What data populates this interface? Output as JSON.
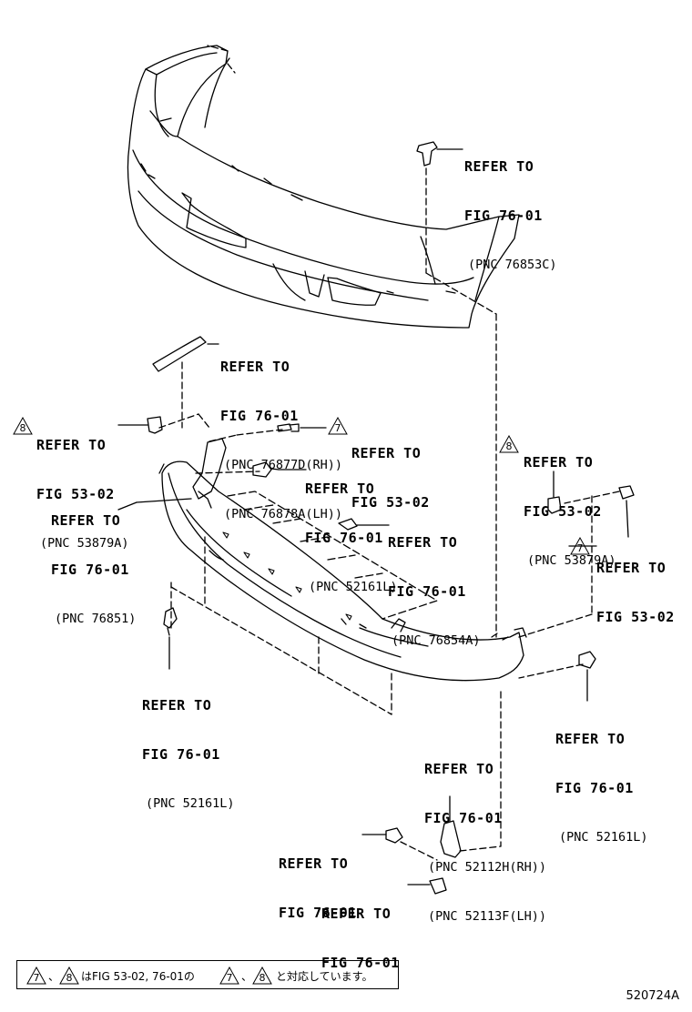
{
  "callouts": [
    {
      "id": "c1",
      "line1": "REFER TO",
      "line2": "FIG 76-01",
      "line3": "(PNC 76853C)"
    },
    {
      "id": "c2",
      "line1": "REFER TO",
      "line2": "FIG 76-01",
      "line3": "(PNC 76877D(RH))",
      "line4": "(PNC 76878A(LH))"
    },
    {
      "id": "c3",
      "line1": "REFER TO",
      "line2": "FIG 53-02",
      "line3": "(PNC 53879A)",
      "badge": "8"
    },
    {
      "id": "c4",
      "line1": "REFER TO",
      "line2": "FIG 53-02",
      "badge": "7"
    },
    {
      "id": "c5",
      "line1": "REFER TO",
      "line2": "FIG 76-01",
      "line3": "(PNC 52161L)"
    },
    {
      "id": "c6",
      "line1": "REFER TO",
      "line2": "FIG 76-01",
      "line3": "(PNC 76851)"
    },
    {
      "id": "c7",
      "line1": "REFER TO",
      "line2": "FIG 76-01",
      "line3": "(PNC 76854A)"
    },
    {
      "id": "c8",
      "line1": "REFER TO",
      "line2": "FIG 53-02",
      "line3": "(PNC 53879A)",
      "badge": "8"
    },
    {
      "id": "c9",
      "line1": "REFER TO",
      "line2": "FIG 53-02",
      "badge": "7"
    },
    {
      "id": "c10",
      "line1": "REFER TO",
      "line2": "FIG 76-01",
      "line3": "(PNC 52161L)"
    },
    {
      "id": "c11",
      "line1": "REFER TO",
      "line2": "FIG 76-01",
      "line3": "(PNC 52161L)"
    },
    {
      "id": "c12",
      "line1": "REFER TO",
      "line2": "FIG 76-01",
      "line3": "(PNC 52112H(RH))",
      "line4": "(PNC 52113F(LH))"
    },
    {
      "id": "c13",
      "line1": "REFER TO",
      "line2": "FIG 76-01"
    },
    {
      "id": "c14",
      "line1": "REFER TO",
      "line2": "FIG 76-01"
    }
  ],
  "legend": {
    "badge_a": "7",
    "badge_b": "8",
    "sep": "、",
    "text_mid": "はFIG 53-02, 76-01の",
    "text_end": "と対応しています。"
  },
  "drawing_number": "520724A"
}
